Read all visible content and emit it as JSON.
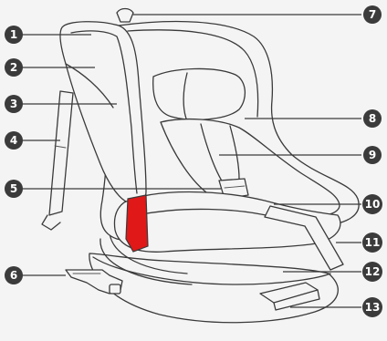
{
  "colors": {
    "background": "#f4f4f4",
    "badge": "#3b3b3b",
    "badge_text": "#ffffff",
    "line": "#3a3a3a",
    "highlight": "#e01818"
  },
  "callouts": [
    {
      "number": "1"
    },
    {
      "number": "2"
    },
    {
      "number": "3"
    },
    {
      "number": "4"
    },
    {
      "number": "5"
    },
    {
      "number": "6"
    },
    {
      "number": "7"
    },
    {
      "number": "8"
    },
    {
      "number": "9"
    },
    {
      "number": "10"
    },
    {
      "number": "11"
    },
    {
      "number": "12"
    },
    {
      "number": "13"
    }
  ]
}
